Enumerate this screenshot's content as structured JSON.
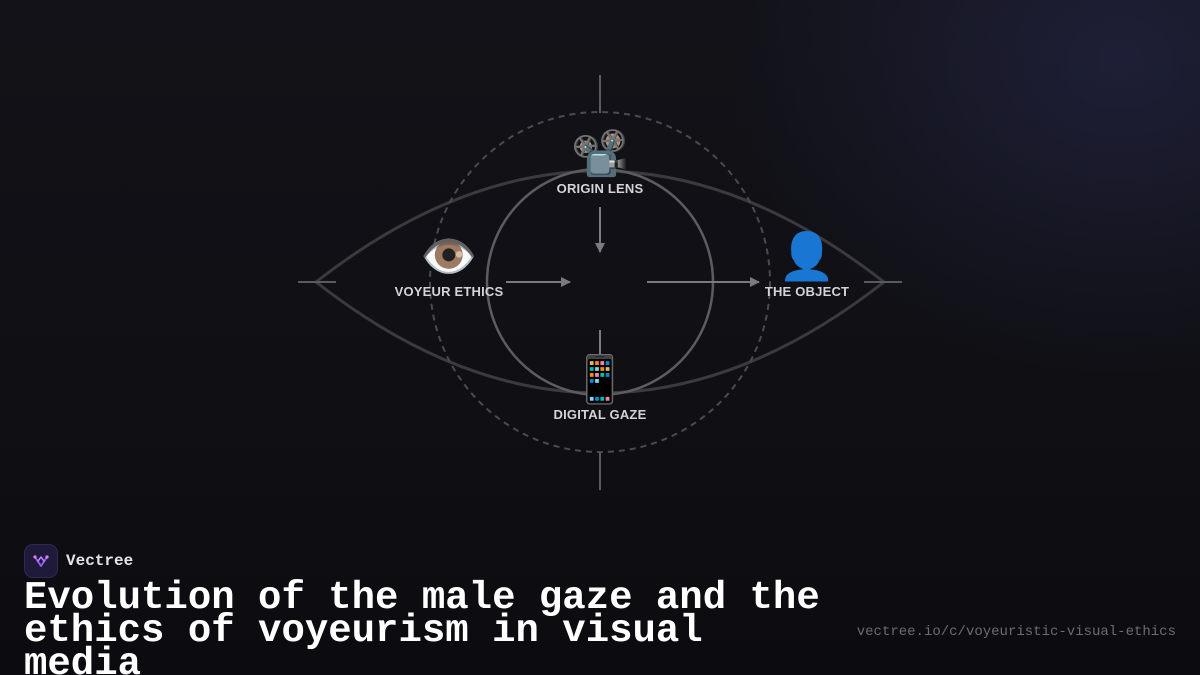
{
  "diagram": {
    "nodes": [
      {
        "id": "origin",
        "label": "ORIGIN LENS",
        "icon": "film-projector-icon",
        "glyph": "📽️"
      },
      {
        "id": "voyeur",
        "label": "VOYEUR ETHICS",
        "icon": "eye-icon",
        "glyph": "👁️"
      },
      {
        "id": "object",
        "label": "THE OBJECT",
        "icon": "person-silhouette-icon",
        "glyph": "👤"
      },
      {
        "id": "digital",
        "label": "DIGITAL GAZE",
        "icon": "mobile-phone-icon",
        "glyph": "📱"
      }
    ],
    "edges": [
      {
        "from": "origin",
        "to": "center"
      },
      {
        "from": "voyeur",
        "to": "center"
      },
      {
        "from": "center",
        "to": "object"
      },
      {
        "from": "digital",
        "to": "center"
      }
    ]
  },
  "brand": {
    "name": "Vectree",
    "logo_icon": "vectree-logo-icon",
    "accent": "#8b5cf6"
  },
  "title": "Evolution of the male gaze and the ethics of voyeurism in visual media",
  "url": "vectree.io/c/voyeuristic-visual-ethics",
  "colors": {
    "background": "#101015",
    "line": "#6e6e74",
    "text": "#d4d4d8"
  }
}
